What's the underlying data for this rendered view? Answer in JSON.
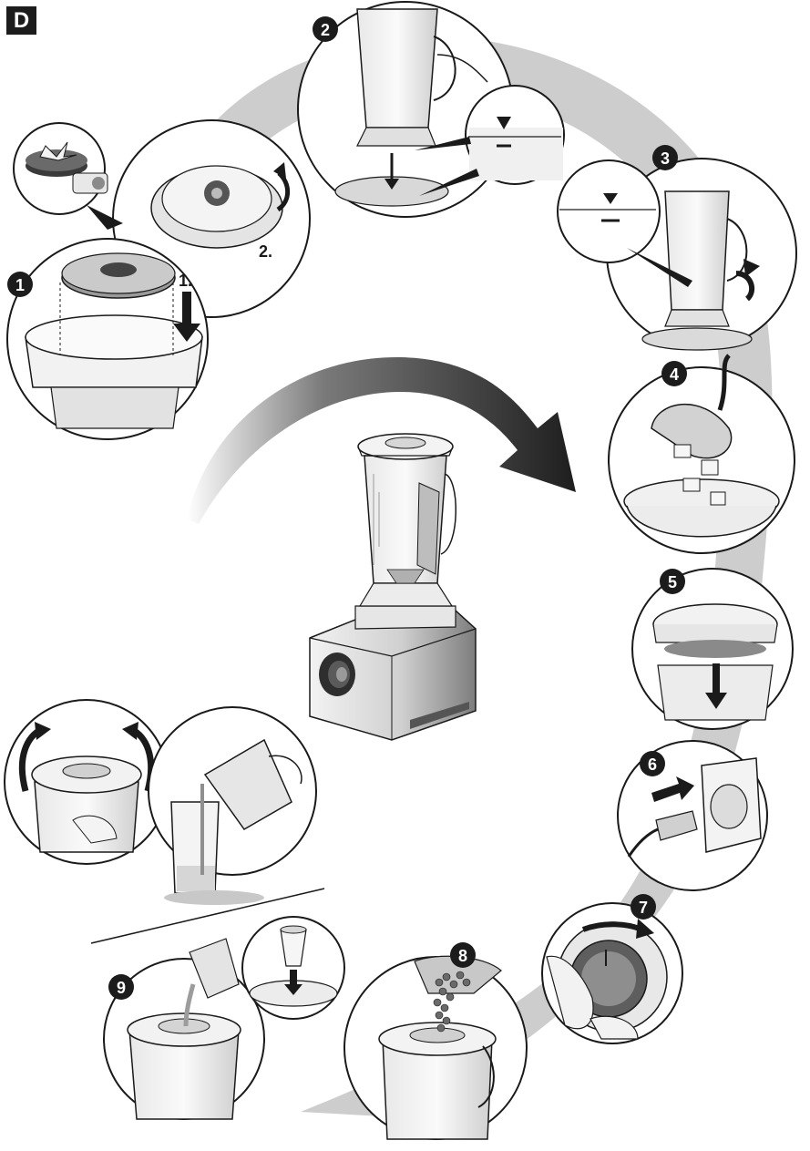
{
  "section_label": "D",
  "colors": {
    "background": "#ffffff",
    "path": "#c9c9c9",
    "line": "#1a1a1a",
    "badge": "#1c1c1c",
    "arrow_dark": "#1e1e1e",
    "metal": "#d9d9d9",
    "shadow": "#8f8f8f"
  },
  "steps": [
    {
      "number": "1",
      "icon": "blade-assembly-insert-icon",
      "sublabels": [
        "1.",
        "2."
      ]
    },
    {
      "number": "2",
      "icon": "jug-onto-base-icon"
    },
    {
      "number": "3",
      "icon": "jug-rotate-lock-icon"
    },
    {
      "number": "4",
      "icon": "pour-ingredients-icon"
    },
    {
      "number": "5",
      "icon": "lid-close-icon"
    },
    {
      "number": "6",
      "icon": "plug-into-socket-icon"
    },
    {
      "number": "7",
      "icon": "turn-dial-icon"
    },
    {
      "number": "8",
      "icon": "add-through-opening-icon"
    },
    {
      "number": "9",
      "icon": "pour-liquid-through-lid-icon"
    }
  ],
  "final_panels": [
    {
      "icon": "remove-lid-icon"
    },
    {
      "icon": "pour-into-glass-icon"
    }
  ],
  "center_icon": "blender-appliance-icon",
  "center_arrow_icon": "curved-arrow-icon"
}
